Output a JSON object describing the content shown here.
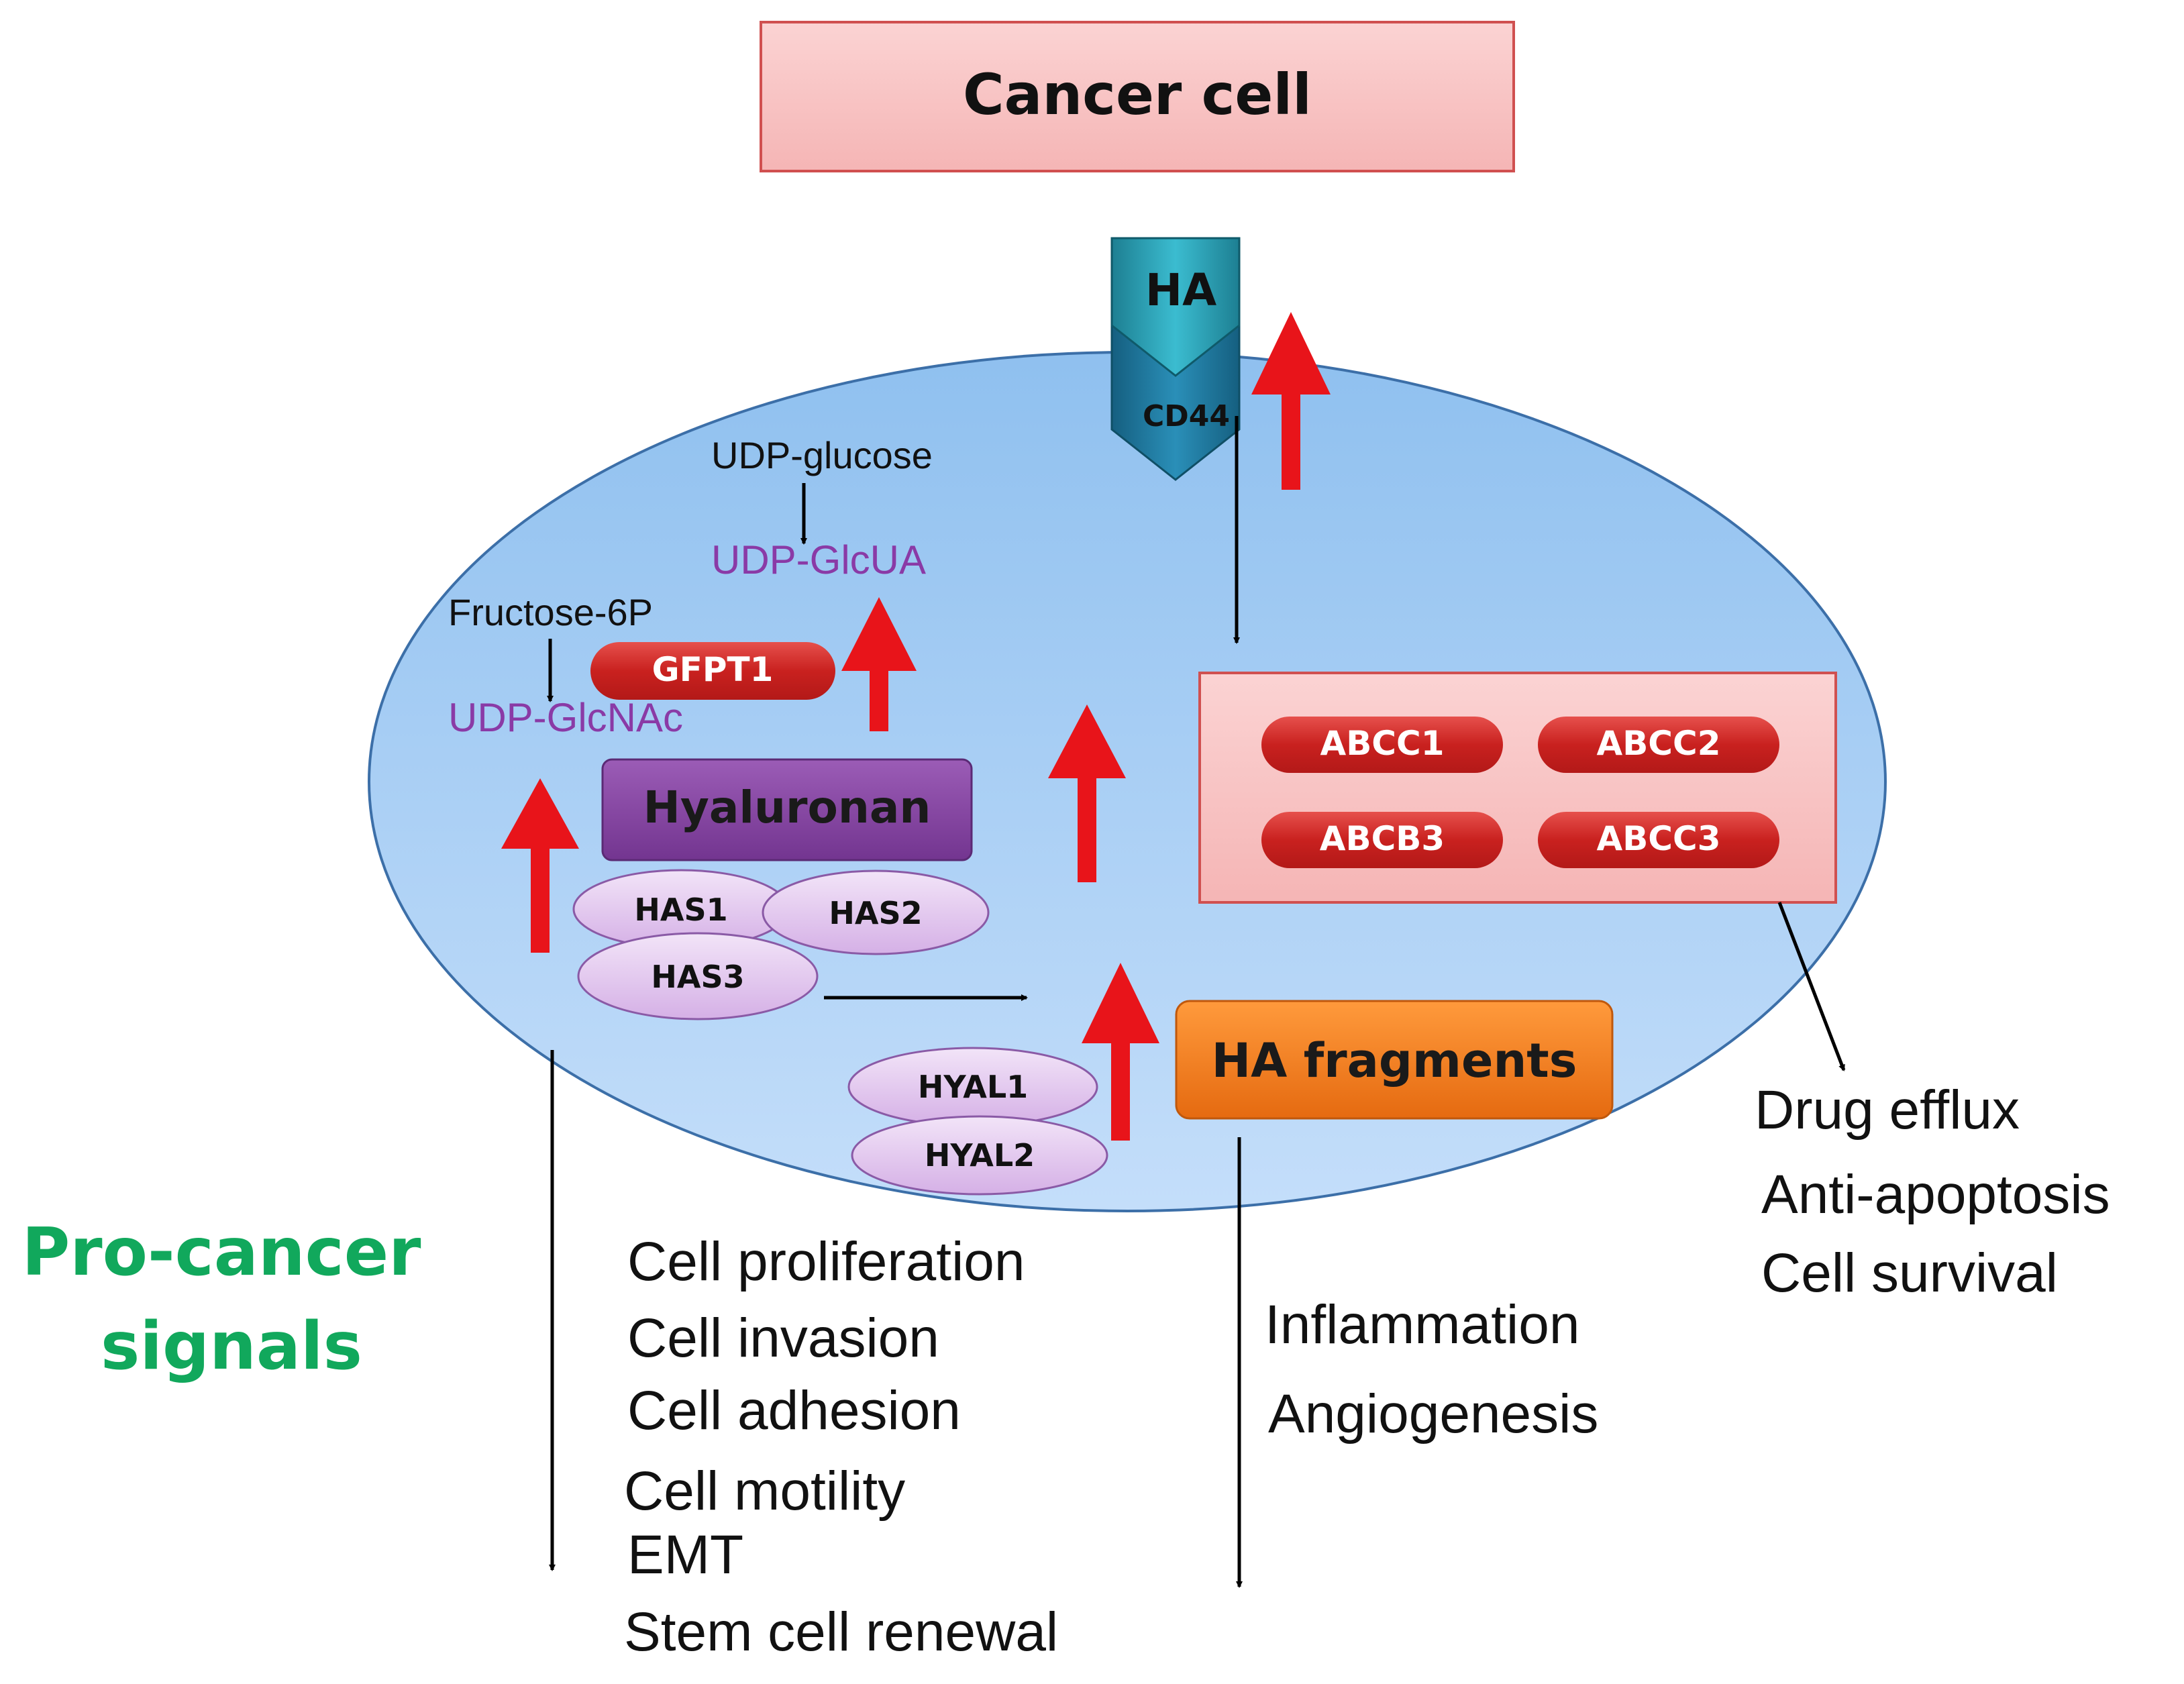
{
  "title": "Cancer cell",
  "receptor": {
    "ligand": "HA",
    "receptor": "CD44"
  },
  "metabolites": {
    "udp_glucose": "UDP-glucose",
    "udp_glcua": "UDP-GlcUA",
    "fructose_6p": "Fructose-6P",
    "udp_glcnac": "UDP-GlcNAc"
  },
  "enzymes": {
    "gfpt1": "GFPT1",
    "has1": "HAS1",
    "has2": "HAS2",
    "has3": "HAS3",
    "hyal1": "HYAL1",
    "hyal2": "HYAL2"
  },
  "hyaluronan": "Hyaluronan",
  "ha_fragments": "HA fragments",
  "transporters": [
    "ABCC1",
    "ABCC2",
    "ABCB3",
    "ABCC3"
  ],
  "drug_resistance_outcomes": [
    "Drug efflux",
    "Anti-apoptosis",
    "Cell survival"
  ],
  "pro_cancer_label": [
    "Pro-cancer",
    "signals"
  ],
  "hyaluronan_outcomes": [
    "Cell proliferation",
    "Cell invasion",
    "Cell adhesion",
    "Cell motility",
    "EMT",
    "Stem cell renewal"
  ],
  "fragment_outcomes": [
    "Inflammation",
    "Angiogenesis"
  ],
  "colors": {
    "title_box": "#f9cbcb",
    "cell": "#a9cdf3",
    "upregulation_arrow": "#e8141a",
    "enzyme_red": "#d62e2c",
    "hyaluronan_box": "#8a4aa3",
    "has_ellipse": "#e4c8ef",
    "ha_fragments_box": "#f47c1c",
    "receptor_teal": "#2a9fb2",
    "metabolite_purple": "#8a3aa6",
    "pro_cancer_green": "#11a85c"
  }
}
